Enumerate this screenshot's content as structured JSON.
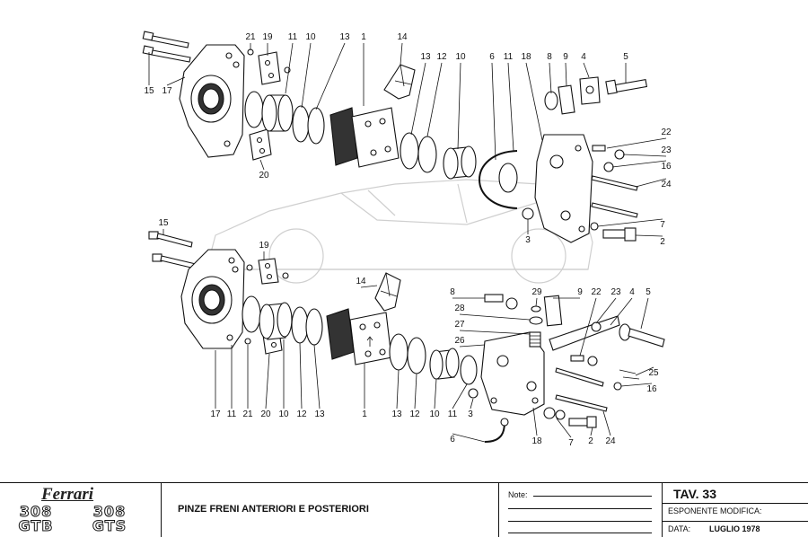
{
  "diagram": {
    "upper_callouts": [
      "21",
      "19",
      "11",
      "10",
      "13",
      "1",
      "14",
      "13",
      "12",
      "10",
      "6",
      "11",
      "18",
      "8",
      "9",
      "4",
      "5",
      "15",
      "17",
      "20",
      "22",
      "23",
      "16",
      "24",
      "7",
      "2",
      "3"
    ],
    "lower_callouts": [
      "15",
      "19",
      "14",
      "8",
      "29",
      "9",
      "22",
      "23",
      "4",
      "5",
      "28",
      "27",
      "26",
      "25",
      "16",
      "17",
      "11",
      "21",
      "20",
      "10",
      "12",
      "13",
      "1",
      "13",
      "12",
      "10",
      "11",
      "3",
      "18",
      "6",
      "7",
      "2",
      "24"
    ]
  },
  "title_block": {
    "brand": "Ferrari",
    "model_left": [
      "308",
      "GTB"
    ],
    "model_right": [
      "308",
      "GTS"
    ],
    "title": "PINZE FRENI ANTERIORI E POSTERIORI",
    "note_label": "Note:",
    "table_label": "TAV. 33",
    "modification_label": "ESPONENTE MODIFICA:",
    "date_label": "DATA:",
    "date_value": "LUGLIO 1978"
  }
}
